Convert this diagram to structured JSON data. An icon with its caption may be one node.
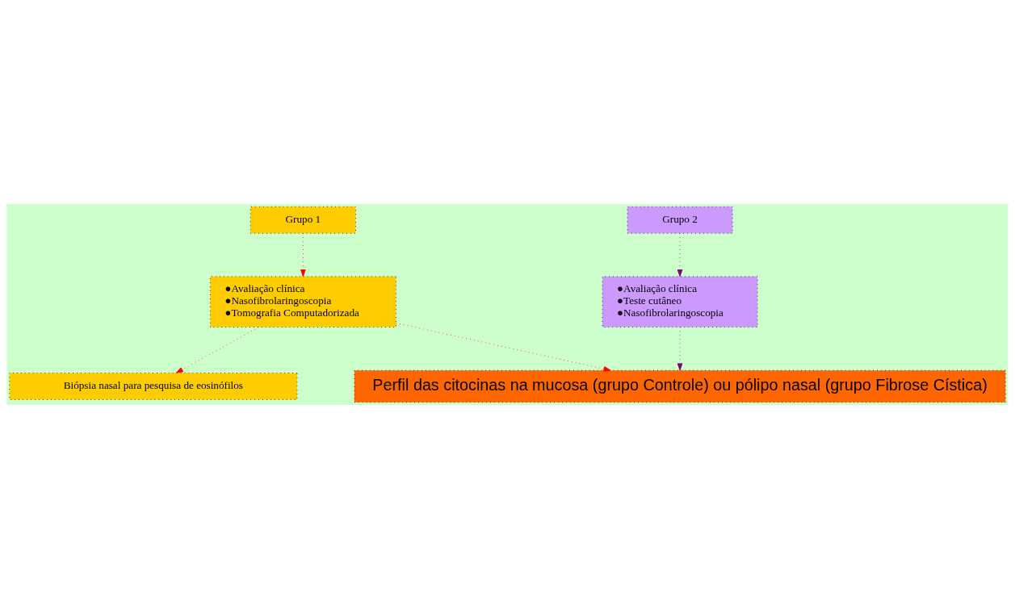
{
  "diagram": {
    "nodes": [
      {
        "text": [
          "Grupo 1"
        ]
      },
      {
        "text": [
          "Grupo 2"
        ]
      },
      {
        "text": [
          "●Avaliação clínica",
          "●Nasofibrolaringoscopia",
          "●Tomografia Computadorizada"
        ]
      },
      {
        "text": [
          "●Avaliação clínica",
          "●Teste cutâneo",
          "●Nasofibrolaringoscopia"
        ]
      },
      {
        "text": [
          "Biópsia nasal para pesquisa de eosinófilos"
        ]
      },
      {
        "text": [
          "Perfil das citocinas na mucosa (grupo Controle) ou pólipo nasal (grupo Fibrose Cística)"
        ]
      }
    ],
    "edges": [
      {
        "from": 0,
        "to": 2,
        "arrow": "to"
      },
      {
        "from": 1,
        "to": 3,
        "arrow": "to",
        "color": "#800080"
      },
      {
        "from": 2,
        "to": 4,
        "arrow": "to"
      },
      {
        "from": 2,
        "to": 5,
        "arrow": "to"
      },
      {
        "from": 3,
        "to": 5,
        "arrow": "to",
        "color": "#800080"
      }
    ]
  }
}
